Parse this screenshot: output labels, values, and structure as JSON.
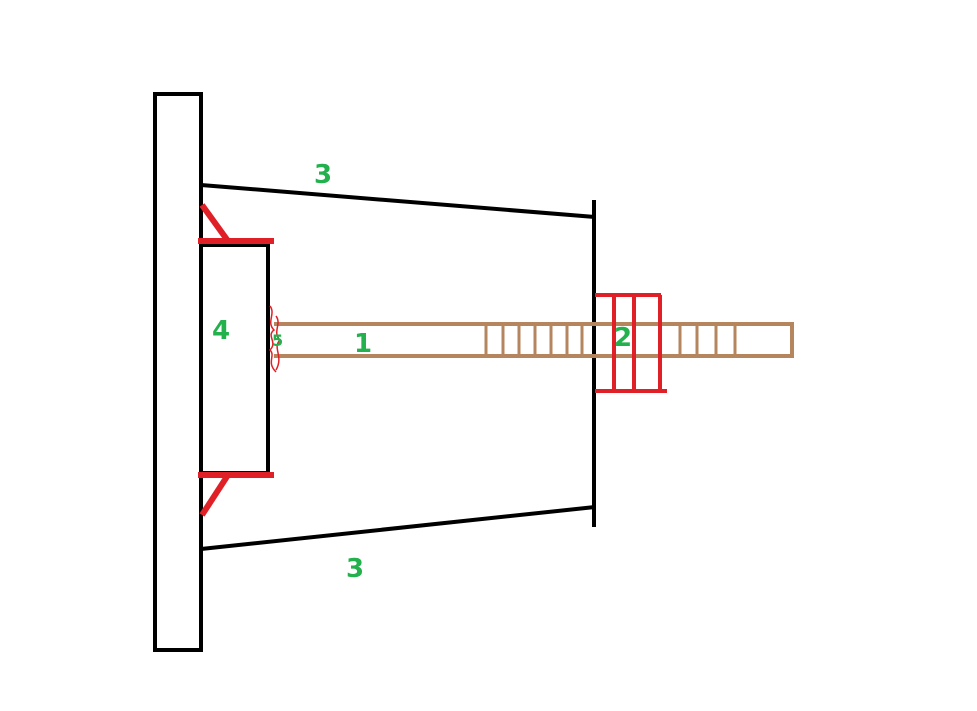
{
  "labels": {
    "rod": "1",
    "nut": "2",
    "strut_top": "3",
    "strut_bottom": "3",
    "block": "4",
    "rod_end": "5"
  },
  "colors": {
    "outline": "#000000",
    "weld": "#e02027",
    "rod": "#b5855e",
    "label": "#22b14c"
  }
}
